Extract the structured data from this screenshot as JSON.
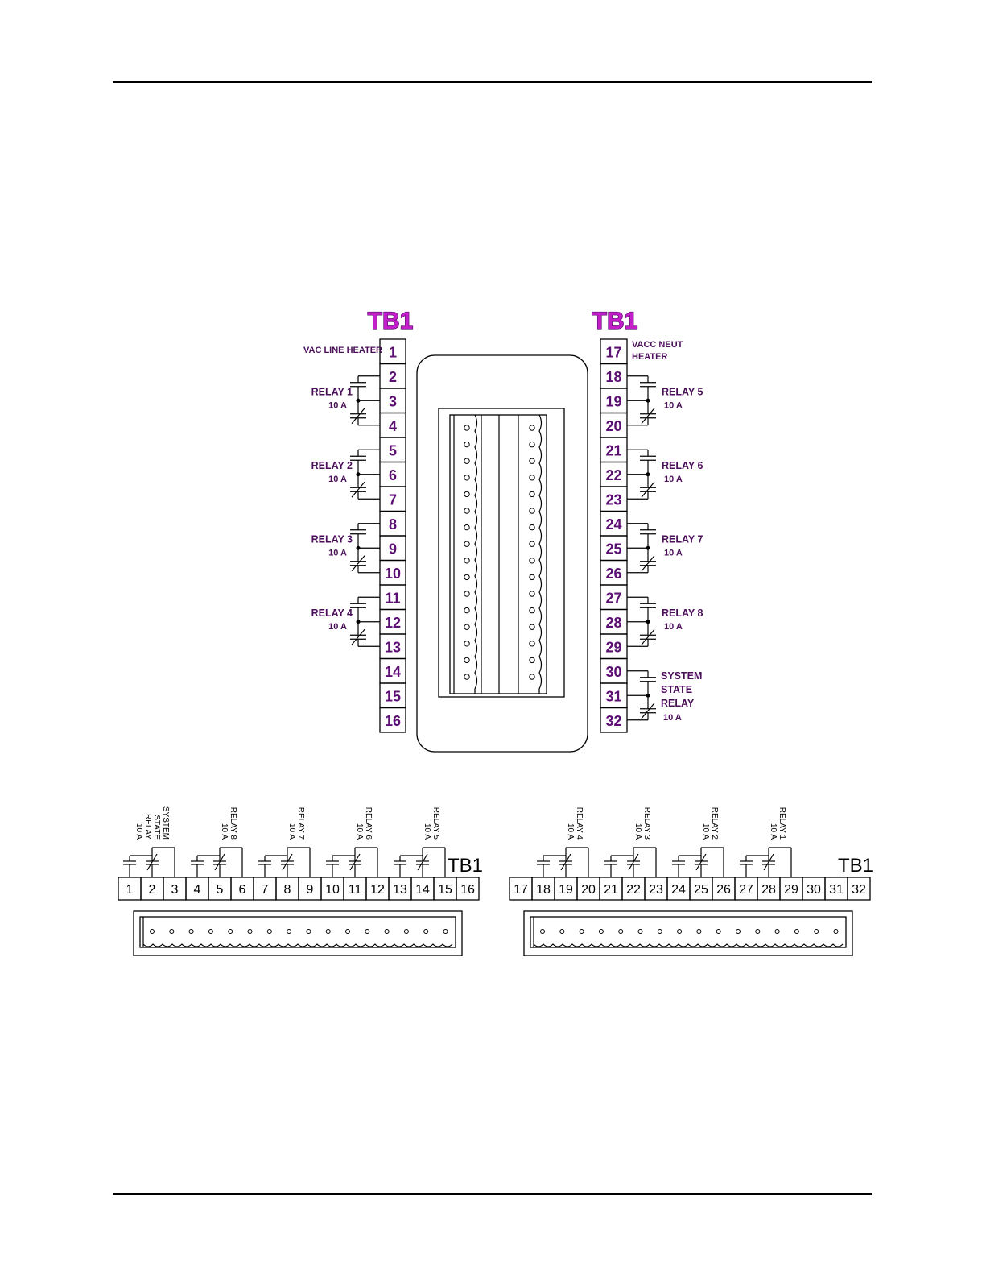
{
  "top_view": {
    "left_block": {
      "title": "TB1",
      "terminals": [
        "1",
        "2",
        "3",
        "4",
        "5",
        "6",
        "7",
        "8",
        "9",
        "10",
        "11",
        "12",
        "13",
        "14",
        "15",
        "16"
      ],
      "line_label": "VAC LINE HEATER",
      "relays": [
        {
          "name": "RELAY 1",
          "rating": "10 A"
        },
        {
          "name": "RELAY 2",
          "rating": "10 A"
        },
        {
          "name": "RELAY 3",
          "rating": "10 A"
        },
        {
          "name": "RELAY 4",
          "rating": "10 A"
        }
      ]
    },
    "right_block": {
      "title": "TB1",
      "terminals": [
        "17",
        "18",
        "19",
        "20",
        "21",
        "22",
        "23",
        "24",
        "25",
        "26",
        "27",
        "28",
        "29",
        "30",
        "31",
        "32"
      ],
      "neut_label_1": "VACC NEUT",
      "neut_label_2": "HEATER",
      "relays": [
        {
          "name": "RELAY 5",
          "rating": "10 A"
        },
        {
          "name": "RELAY 6",
          "rating": "10 A"
        },
        {
          "name": "RELAY 7",
          "rating": "10 A"
        },
        {
          "name": "RELAY 8",
          "rating": "10 A"
        }
      ],
      "system_relay": {
        "line1": "SYSTEM",
        "line2": "STATE",
        "line3": "RELAY",
        "rating": "10 A"
      }
    }
  },
  "bottom_view": {
    "left_strip": {
      "title": "TB1",
      "terminals": [
        "1",
        "2",
        "3",
        "4",
        "5",
        "6",
        "7",
        "8",
        "9",
        "10",
        "11",
        "12",
        "13",
        "14",
        "15",
        "16"
      ],
      "relay_labels": [
        {
          "lines": [
            "SYSTEM",
            "STATE",
            "RELAY",
            "10 A"
          ]
        },
        {
          "lines": [
            "RELAY 8",
            "10 A"
          ]
        },
        {
          "lines": [
            "RELAY 7",
            "10 A"
          ]
        },
        {
          "lines": [
            "RELAY 6",
            "10 A"
          ]
        },
        {
          "lines": [
            "RELAY 5",
            "10 A"
          ]
        }
      ]
    },
    "right_strip": {
      "title": "TB1",
      "terminals": [
        "17",
        "18",
        "19",
        "20",
        "21",
        "22",
        "23",
        "24",
        "25",
        "26",
        "27",
        "28",
        "29",
        "30",
        "31",
        "32"
      ],
      "relay_labels": [
        {
          "lines": [
            "RELAY 4",
            "10 A"
          ]
        },
        {
          "lines": [
            "RELAY 3",
            "10 A"
          ]
        },
        {
          "lines": [
            "RELAY 2",
            "10 A"
          ]
        },
        {
          "lines": [
            "RELAY 1",
            "10 A"
          ]
        }
      ]
    }
  },
  "colors": {
    "title_fill": "#c21fc9",
    "title_outline": "#5b0f72",
    "label": "#4b0f5a"
  }
}
